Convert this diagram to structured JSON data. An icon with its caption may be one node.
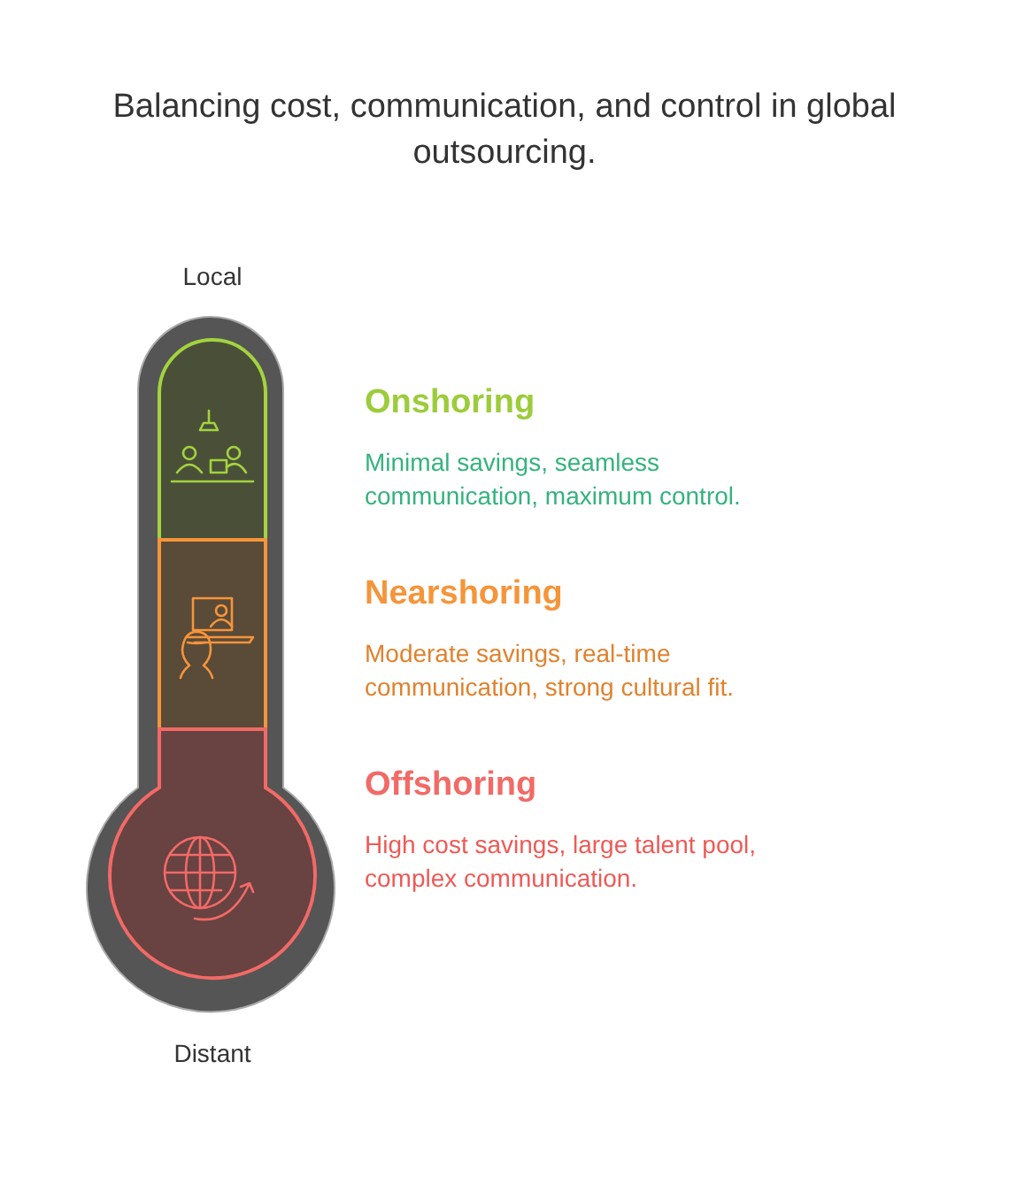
{
  "diagram": {
    "title": "Balancing cost, communication, and control in global outsourcing.",
    "nodes": [
      {
        "text": [],
        "shape": "box",
        "beside": [
          "Onshoring",
          "Minimal savings, seamless communication, maximum control."
        ]
      },
      {
        "text": [],
        "shape": "box",
        "beside": [
          "Nearshoring",
          "Moderate savings, real-time communication, strong cultural fit."
        ]
      },
      {
        "text": [],
        "shape": "box",
        "beside": [
          "Offshoring",
          "High cost savings, large talent pool, complex communication."
        ]
      }
    ],
    "labels": [
      "Local",
      "Distant"
    ]
  }
}
